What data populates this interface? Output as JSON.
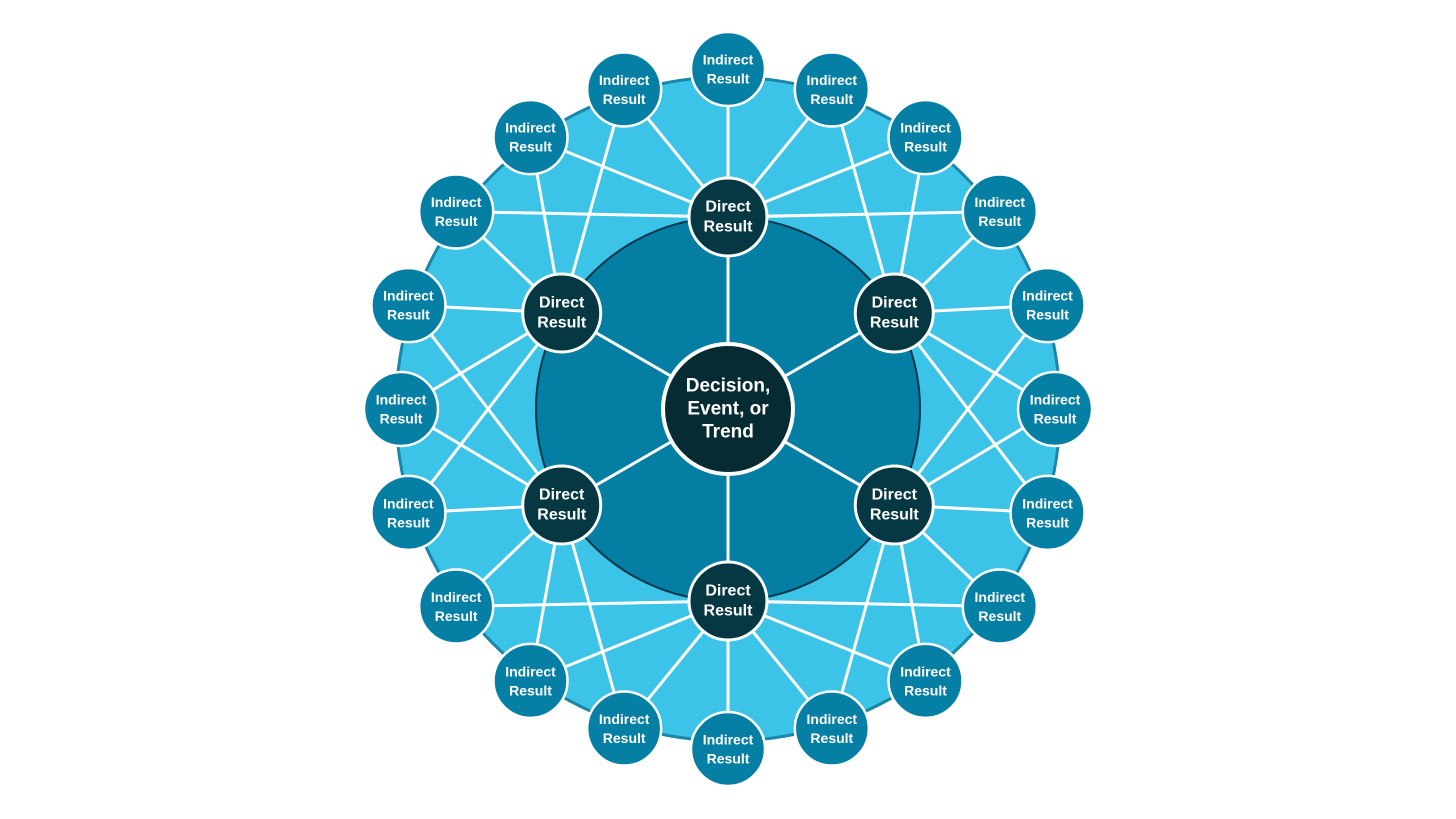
{
  "colors": {
    "background": "#ffffff",
    "outer_ring_fill": "#3cc4e8",
    "outer_ring_stroke": "#1a86a8",
    "inner_disk_fill": "#047ea2",
    "inner_disk_stroke": "#04384a",
    "center_node_fill": "#062b33",
    "direct_node_fill": "#063844",
    "indirect_node_fill": "#067fa4",
    "node_border": "#ffffff",
    "connector": "#ffffff",
    "label_text": "#ffffff"
  },
  "center": {
    "lines": [
      "Decision,",
      "Event, or",
      "Trend"
    ]
  },
  "direct_results": [
    {
      "lines": [
        "Direct",
        "Result"
      ]
    },
    {
      "lines": [
        "Direct",
        "Result"
      ]
    },
    {
      "lines": [
        "Direct",
        "Result"
      ]
    },
    {
      "lines": [
        "Direct",
        "Result"
      ]
    },
    {
      "lines": [
        "Direct",
        "Result"
      ]
    },
    {
      "lines": [
        "Direct",
        "Result"
      ]
    }
  ],
  "indirect_results": [
    {
      "lines": [
        "Indirect",
        "Result"
      ]
    },
    {
      "lines": [
        "Indirect",
        "Result"
      ]
    },
    {
      "lines": [
        "Indirect",
        "Result"
      ]
    },
    {
      "lines": [
        "Indirect",
        "Result"
      ]
    },
    {
      "lines": [
        "Indirect",
        "Result"
      ]
    },
    {
      "lines": [
        "Indirect",
        "Result"
      ]
    },
    {
      "lines": [
        "Indirect",
        "Result"
      ]
    },
    {
      "lines": [
        "Indirect",
        "Result"
      ]
    },
    {
      "lines": [
        "Indirect",
        "Result"
      ]
    },
    {
      "lines": [
        "Indirect",
        "Result"
      ]
    },
    {
      "lines": [
        "Indirect",
        "Result"
      ]
    },
    {
      "lines": [
        "Indirect",
        "Result"
      ]
    },
    {
      "lines": [
        "Indirect",
        "Result"
      ]
    },
    {
      "lines": [
        "Indirect",
        "Result"
      ]
    },
    {
      "lines": [
        "Indirect",
        "Result"
      ]
    },
    {
      "lines": [
        "Indirect",
        "Result"
      ]
    },
    {
      "lines": [
        "Indirect",
        "Result"
      ]
    },
    {
      "lines": [
        "Indirect",
        "Result"
      ]
    },
    {
      "lines": [
        "Indirect",
        "Result"
      ]
    },
    {
      "lines": [
        "Indirect",
        "Result"
      ]
    }
  ]
}
